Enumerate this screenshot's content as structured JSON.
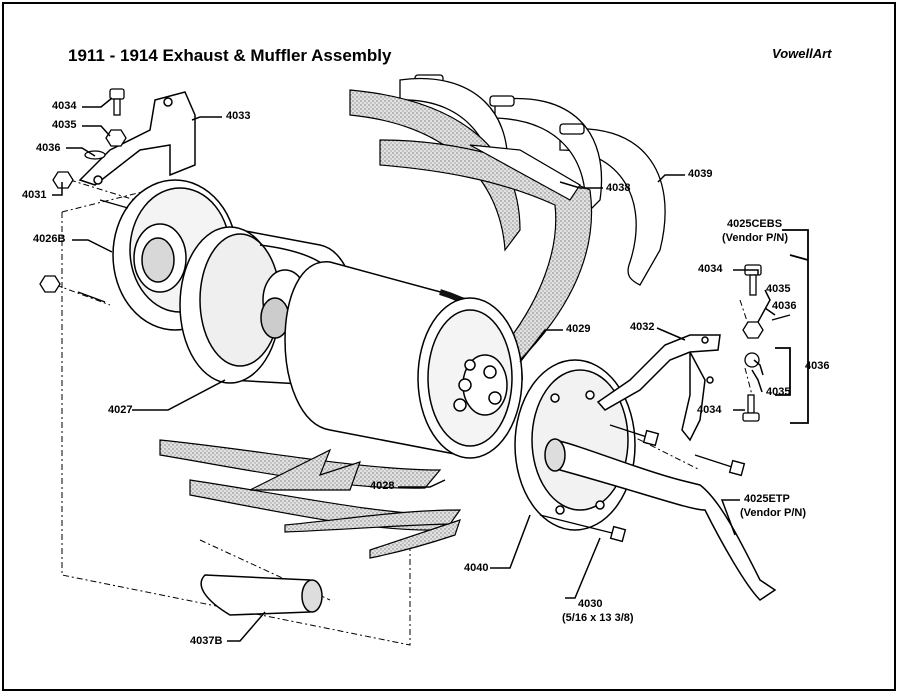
{
  "title": "1911 - 1914 Exhaust & Muffler Assembly",
  "brand": "VowellArt",
  "colors": {
    "line": "#000000",
    "shade": "#8a8a8a",
    "fill": "#ffffff"
  },
  "labels": {
    "p4034_top": "4034",
    "p4035_top": "4035",
    "p4036_top": "4036",
    "p4033": "4033",
    "p4031": "4031",
    "p4026b": "4026B",
    "p4038": "4038",
    "p4039": "4039",
    "p4025cebs": "4025CEBS",
    "vendor_pn_1": "(Vendor P/N)",
    "p4034_right_top": "4034",
    "p4035_right_top": "4035",
    "p4036_right_top": "4036",
    "p4032": "4032",
    "p4029": "4029",
    "p4036_right_mid": "4036",
    "p4035_right_bottom": "4035",
    "p4034_right_bottom": "4034",
    "p4027": "4027",
    "p4028": "4028",
    "p4025etp": "4025ETP",
    "vendor_pn_2": "(Vendor P/N)",
    "p4040": "4040",
    "p4030": "4030",
    "p4030_spec": "(5/16 x 13 3/8)",
    "p4037b": "4037B"
  }
}
